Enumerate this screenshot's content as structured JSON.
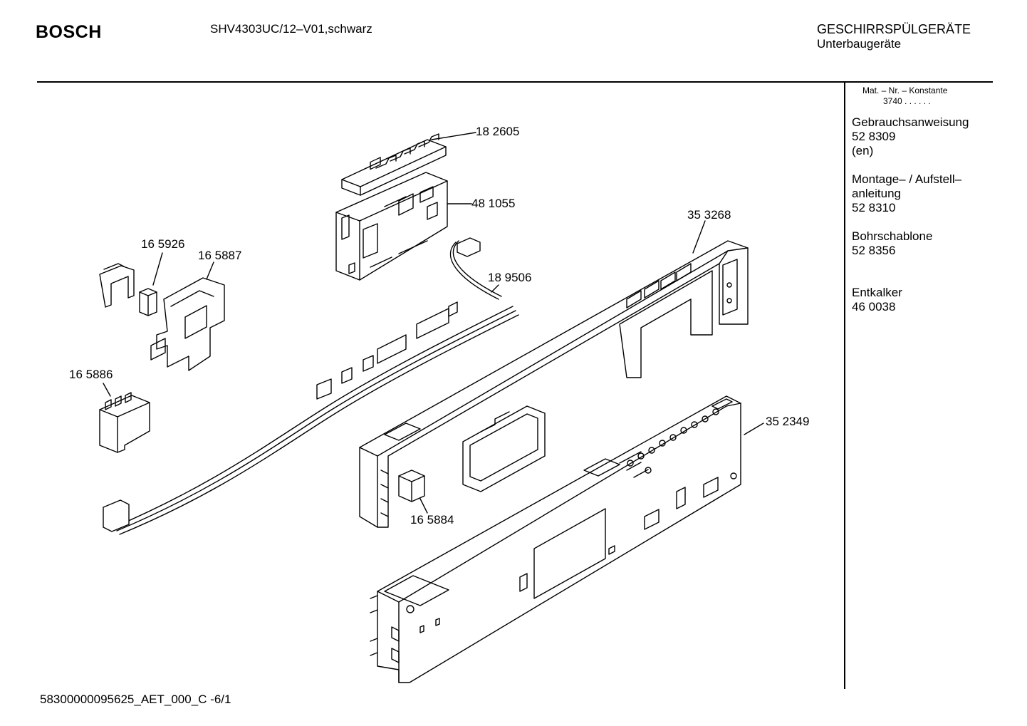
{
  "header": {
    "brand": "BOSCH",
    "model": "SHV4303UC/12–V01,schwarz",
    "category": "GESCHIRRSPÜLGERÄTE",
    "subcategory": "Unterbaugeräte"
  },
  "sidebar": {
    "mat_label": "Mat. – Nr. – Konstante",
    "mat_value": "3740 . .   . . . .",
    "docs": [
      {
        "lines": [
          "Gebrauchsanweisung",
          "52 8309",
          "(en)"
        ]
      },
      {
        "lines": [
          "Montage– / Aufstell–",
          "anleitung",
          "52 8310"
        ]
      },
      {
        "lines": [
          "Bohrschablone",
          "52 8356"
        ]
      },
      {
        "lines": [
          "Entkalker",
          "46 0038"
        ]
      }
    ]
  },
  "parts": {
    "p182605": "18 2605",
    "p481055": "48 1055",
    "p353268": "35 3268",
    "p165926": "16 5926",
    "p165887": "16 5887",
    "p189506": "18 9506",
    "p165886": "16 5886",
    "p352349": "35 2349",
    "p165884": "16 5884"
  },
  "footer": {
    "code": "58300000095625_AET_000_C  -6/1"
  }
}
